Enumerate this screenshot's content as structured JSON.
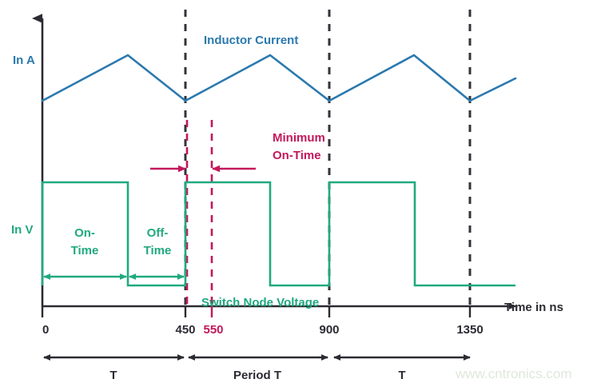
{
  "figure": {
    "title_inductor": "Inductor Current",
    "title_switch": "Switch Node Voltage",
    "y_axis_label_current": "In A",
    "y_axis_label_voltage": "In V",
    "x_axis_label": "Time in ns",
    "watermark": "www.cntronics.com"
  },
  "annotations": {
    "on_time_line1": "On-",
    "on_time_line2": "Time",
    "off_time_line1": "Off-",
    "off_time_line2": "Time",
    "minimum_on_time_line1": "Minimum",
    "minimum_on_time_line2": "On-Time",
    "period_left": "T",
    "period_center": "Period T",
    "period_right": "T"
  },
  "colors": {
    "inductor_current": "#2a79ae",
    "switch_node_voltage": "#20a97f",
    "minimum_on_time": "#c2185b",
    "axis": "#2b2b33",
    "marker_dashed": "#33333b",
    "watermark": "#dfe8dc"
  },
  "chart_data": {
    "type": "line",
    "title": "Switching Converter Minimum On-Time Waveforms",
    "xlabel": "Time in ns",
    "ylabel": "",
    "xlim": [
      0,
      1500
    ],
    "grid": false,
    "legend": "inline-annotations",
    "x_ticks": [
      {
        "value": 0,
        "label": "0",
        "color": "#2b2b33"
      },
      {
        "value": 450,
        "label": "450",
        "color": "#2b2b33"
      },
      {
        "value": 550,
        "label": "550",
        "color": "#c2185b"
      },
      {
        "value": 900,
        "label": "900",
        "color": "#2b2b33"
      },
      {
        "value": 1350,
        "label": "1350",
        "color": "#2b2b33"
      }
    ],
    "series": [
      {
        "name": "Inductor Current",
        "unit": "A",
        "color": "#2a79ae",
        "style": "triangular-ripple",
        "points_x": [
          0,
          270,
          450,
          720,
          900,
          1170,
          1350,
          1495
        ],
        "points_y_rel": [
          0.3,
          1.0,
          0.3,
          1.0,
          0.3,
          1.0,
          0.3,
          0.65
        ]
      },
      {
        "name": "Switch Node Voltage",
        "unit": "V",
        "color": "#20a97f",
        "style": "square-pulse",
        "transitions_x": [
          0,
          270,
          450,
          720,
          900,
          1170,
          1350
        ],
        "levels": [
          "high",
          "low",
          "high",
          "low",
          "high",
          "low",
          "low"
        ]
      }
    ],
    "markers": [
      {
        "x": 450,
        "style": "dashed",
        "color": "#33333b"
      },
      {
        "x": 900,
        "style": "dashed",
        "color": "#33333b"
      },
      {
        "x": 1350,
        "style": "dashed",
        "color": "#33333b"
      },
      {
        "x": 450,
        "style": "dashed",
        "color": "#c2185b"
      },
      {
        "x": 550,
        "style": "dashed",
        "color": "#c2185b"
      }
    ],
    "spans": [
      {
        "label": "On-Time",
        "from": 0,
        "to": 270,
        "color": "#20a97f"
      },
      {
        "label": "Off-Time",
        "from": 270,
        "to": 450,
        "color": "#20a97f"
      },
      {
        "label": "Minimum On-Time",
        "from": 450,
        "to": 550,
        "color": "#c2185b"
      },
      {
        "label": "T",
        "from": 0,
        "to": 450,
        "color": "#2b2b33"
      },
      {
        "label": "Period T",
        "from": 450,
        "to": 900,
        "color": "#2b2b33"
      },
      {
        "label": "T",
        "from": 900,
        "to": 1350,
        "color": "#2b2b33"
      }
    ]
  }
}
